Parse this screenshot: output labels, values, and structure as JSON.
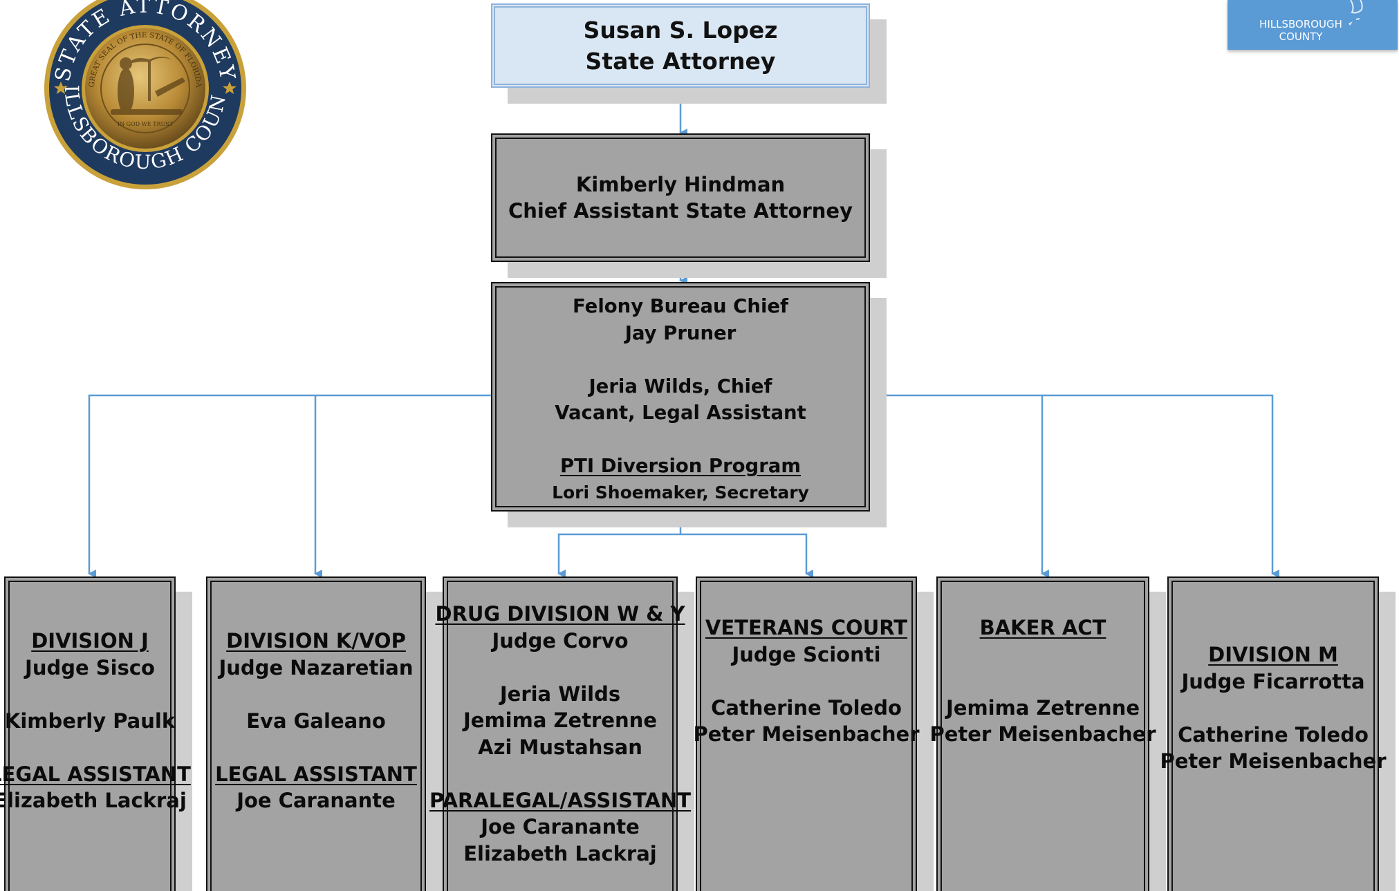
{
  "seal": {
    "arc_top": "STATE ATTORNEY",
    "arc_bottom": "HILLSBOROUGH COUNTY",
    "inner_top": "GREAT SEAL OF THE STATE OF FLORIDA",
    "motto": "IN GOD WE TRUST",
    "colors": {
      "ring": "#1f3a5f",
      "gold": "#c9a13a",
      "bronze": "#8a6a2e"
    }
  },
  "county_logo": {
    "line1": "HILLSBOROUGH",
    "line2": "COUNTY",
    "color": "#5a9ad5"
  },
  "state_attorney": {
    "name": "Susan S. Lopez",
    "title": "State Attorney"
  },
  "chief_assistant": {
    "name": "Kimberly Hindman",
    "title": "Chief Assistant State Attorney"
  },
  "felony_bureau": {
    "title": "Felony Bureau Chief",
    "chief_name": "Jay Pruner",
    "staff1": "Jeria Wilds, Chief",
    "staff2": "Vacant, Legal Assistant",
    "program_title": "PTI Diversion Program",
    "program_staff": "Lori Shoemaker, Secretary"
  },
  "divisions": [
    {
      "title": "DIVISION J",
      "judge": "Judge Sisco",
      "attorney": "Kimberly Paulk",
      "role": "LEGAL ASSISTANT",
      "assistant": "Elizabeth Lackraj"
    },
    {
      "title": "DIVISION K/VOP",
      "judge": "Judge Nazaretian",
      "attorney": "Eva Galeano",
      "role": "LEGAL ASSISTANT",
      "assistant": "Joe Caranante"
    },
    {
      "title": "DRUG DIVISION W & Y",
      "judge": "Judge Corvo",
      "attorneys": [
        "Jeria Wilds",
        "Jemima Zetrenne",
        "Azi Mustahsan"
      ],
      "role": "PARALEGAL/ASSISTANT",
      "assistants": [
        "Joe Caranante",
        "Elizabeth Lackraj"
      ]
    },
    {
      "title": "VETERANS COURT",
      "judge": "Judge Scionti",
      "attorneys": [
        "Catherine Toledo",
        "Peter Meisenbacher"
      ]
    },
    {
      "title": "BAKER ACT",
      "attorneys": [
        "Jemima Zetrenne",
        "Peter Meisenbacher"
      ]
    },
    {
      "title": "DIVISION M",
      "judge": "Judge Ficarrotta",
      "attorneys": [
        "Catherine Toledo",
        "Peter Meisenbacher"
      ]
    }
  ],
  "colors": {
    "connector": "#5b9bd5",
    "box_fill": "#a3a3a3",
    "shadow": "#cfcfcf",
    "top_fill": "#d9e6f3"
  }
}
